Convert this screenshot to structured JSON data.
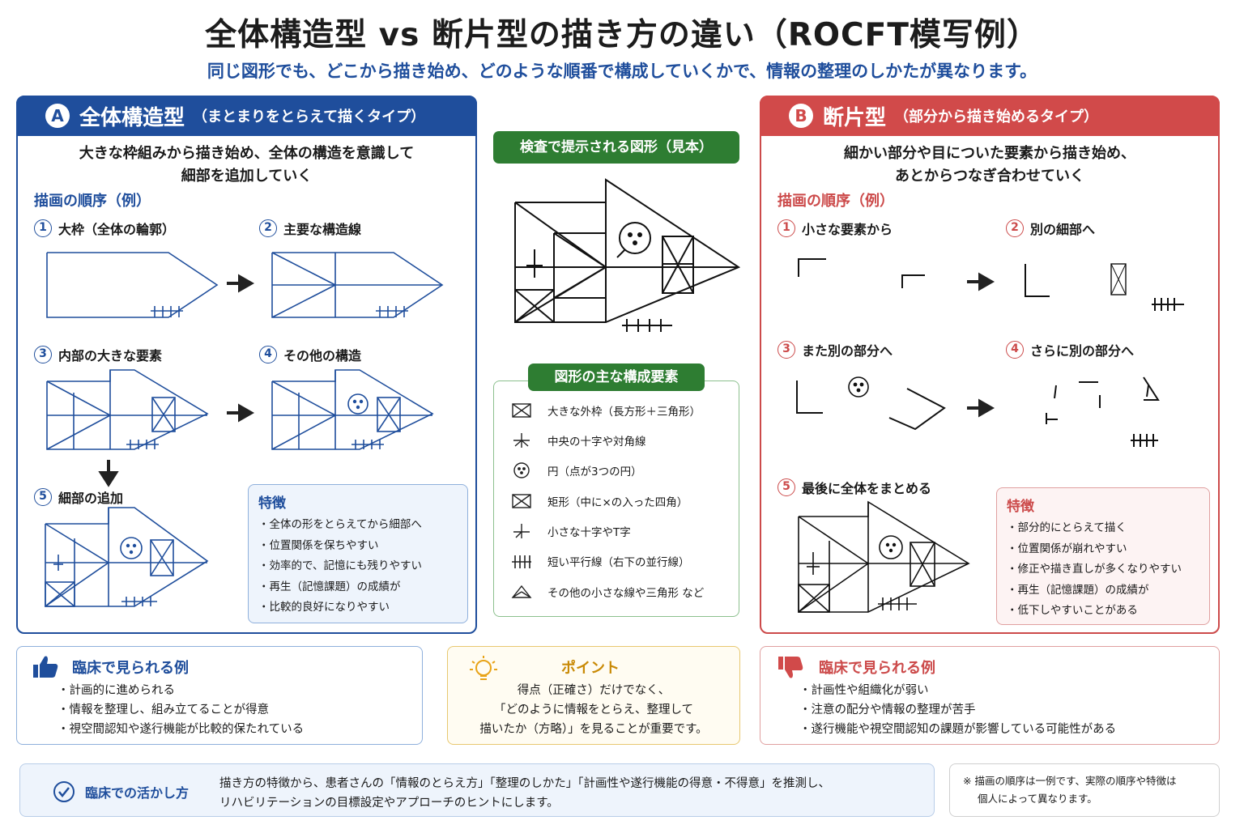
{
  "title": "全体構造型 vs 断片型の描き方の違い（ROCFT模写例）",
  "subtitle": "同じ図形でも、どこから描き始め、どのような順番で構成していくかで、情報の整理のしかたが異なります。",
  "panelA": {
    "letter": "A",
    "title": "全体構造型",
    "subtitle": "（まとまりをとらえて描くタイプ）",
    "desc_line1": "大きな枠組みから描き始め、全体の構造を意識して",
    "desc_line2": "細部を追加していく",
    "seq_label": "描画の順序（例）",
    "steps": [
      {
        "num": "1",
        "label": "大枠（全体の輪郭）"
      },
      {
        "num": "2",
        "label": "主要な構造線"
      },
      {
        "num": "3",
        "label": "内部の大きな要素"
      },
      {
        "num": "4",
        "label": "その他の構造"
      },
      {
        "num": "5",
        "label": "細部の追加"
      }
    ],
    "features_title": "特徴",
    "features": [
      "全体の形をとらえてから細部へ",
      "位置関係を保ちやすい",
      "効率的で、記憶にも残りやすい",
      "再生（記憶課題）の成績が",
      "比較的良好になりやすい"
    ]
  },
  "center": {
    "sample_title": "検査で提示される図形（見本）",
    "components_title": "図形の主な構成要素",
    "components": [
      {
        "icon": "rect-cross-icon",
        "label": "大きな外枠（長方形＋三角形）"
      },
      {
        "icon": "cross-diagonal-icon",
        "label": "中央の十字や対角線"
      },
      {
        "icon": "circle-dots-icon",
        "label": "円（点が3つの円）"
      },
      {
        "icon": "rect-x-icon",
        "label": "矩形（中に×の入った四角）"
      },
      {
        "icon": "small-cross-icon",
        "label": "小さな十字やT字"
      },
      {
        "icon": "parallel-lines-icon",
        "label": "短い平行線（右下の並行線）"
      },
      {
        "icon": "small-triangle-icon",
        "label": "その他の小さな線や三角形 など"
      }
    ]
  },
  "panelB": {
    "letter": "B",
    "title": "断片型",
    "subtitle": "（部分から描き始めるタイプ）",
    "desc_line1": "細かい部分や目についた要素から描き始め、",
    "desc_line2": "あとからつなぎ合わせていく",
    "seq_label": "描画の順序（例）",
    "steps": [
      {
        "num": "1",
        "label": "小さな要素から"
      },
      {
        "num": "2",
        "label": "別の細部へ"
      },
      {
        "num": "3",
        "label": "また別の部分へ"
      },
      {
        "num": "4",
        "label": "さらに別の部分へ"
      },
      {
        "num": "5",
        "label": "最後に全体をまとめる"
      }
    ],
    "features_title": "特徴",
    "features": [
      "部分的にとらえて描く",
      "位置関係が崩れやすい",
      "修正や描き直しが多くなりやすい",
      "再生（記憶課題）の成績が",
      "低下しやすいことがある"
    ]
  },
  "clinicalA": {
    "title": "臨床で見られる例",
    "items": [
      "計画的に進められる",
      "情報を整理し、組み立てることが得意",
      "視空間認知や遂行機能が比較的保たれている"
    ]
  },
  "point": {
    "title": "ポイント",
    "line1": "得点（正確さ）だけでなく、",
    "line2": "「どのように情報をとらえ、整理して",
    "line3": "描いたか（方略）」を見ることが重要です。"
  },
  "clinicalB": {
    "title": "臨床で見られる例",
    "items": [
      "計画性や組織化が弱い",
      "注意の配分や情報の整理が苦手",
      "遂行機能や視空間認知の課題が影響している可能性がある"
    ]
  },
  "usage": {
    "title": "臨床での活かし方",
    "line1": "描き方の特徴から、患者さんの「情報のとらえ方」「整理のしかた」「計画性や遂行機能の得意・不得意」を推測し、",
    "line2": "リハビリテーションの目標設定やアプローチのヒントにします。"
  },
  "note": {
    "line1": "※ 描画の順序は一例です、実際の順序や特徴は",
    "line2": "個人によって異なります。"
  },
  "colors": {
    "blue": "#1f4e9c",
    "red": "#d14a4a",
    "green": "#2e7d32",
    "yellow": "#e8a317"
  }
}
